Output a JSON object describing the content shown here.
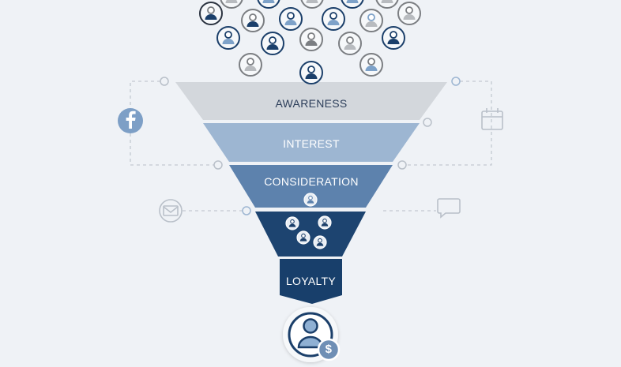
{
  "stages": [
    {
      "label": "AWARENESS",
      "color": "#d3d7dc",
      "text_color": "#2c3e5a"
    },
    {
      "label": "INTEREST",
      "color": "#9db6d2",
      "text_color": "#ffffff"
    },
    {
      "label": "CONSIDERATION",
      "color": "#5d82ad",
      "text_color": "#ffffff"
    },
    {
      "label": "",
      "color": "#1d4470",
      "text_color": "#ffffff"
    },
    {
      "label": "LOYALTY",
      "color": "#183f6b",
      "text_color": "#ffffff"
    }
  ],
  "channel_icons": [
    "facebook-icon",
    "calendar-icon",
    "mail-icon",
    "chat-icon"
  ],
  "badge_symbol": "$",
  "colors": {
    "navy": "#1b3f6a",
    "blue": "#6f95c0",
    "gray": "#8a8d91",
    "line": "#c3c9d1"
  }
}
